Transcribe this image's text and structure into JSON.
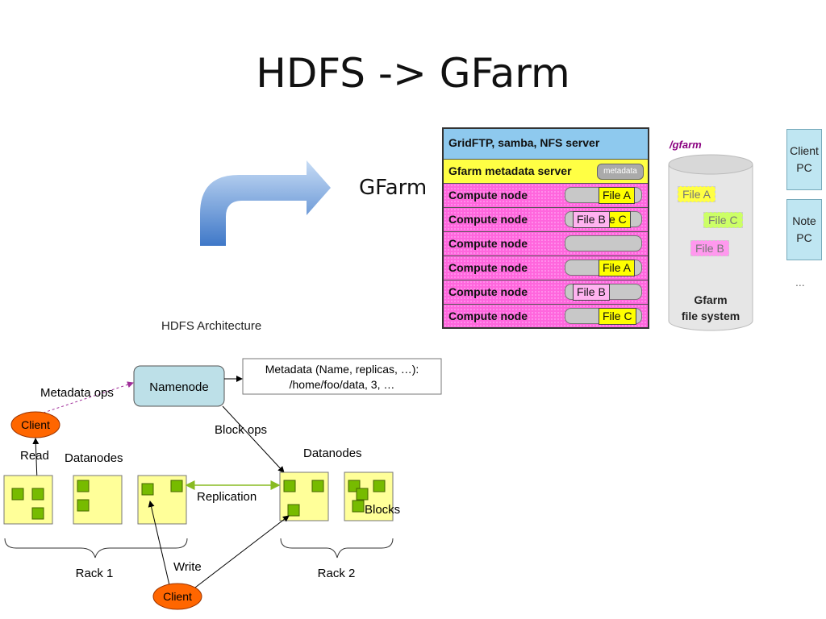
{
  "slide": {
    "title": "HDFS -> GFarm",
    "gfarm_label": "GFarm"
  },
  "gfarm_diagram": {
    "top_row": "GridFTP, samba, NFS server",
    "metadata_row": "Gfarm metadata server",
    "metadata_badge": "metadata",
    "compute_label": "Compute node",
    "compute_files": [
      [
        "File A"
      ],
      [
        "File B",
        "e C"
      ],
      [],
      [
        "File A"
      ],
      [
        "File B"
      ],
      [
        "File C"
      ]
    ],
    "fs_path": "/gfarm",
    "fs_files": [
      "File A",
      "File C",
      "File B"
    ],
    "fs_label_line1": "Gfarm",
    "fs_label_line2": "file system",
    "client_pc_line1": "Client",
    "client_pc_line2": "PC",
    "note_pc_line1": "Note",
    "note_pc_line2": "PC",
    "more": "..."
  },
  "hdfs": {
    "title": "HDFS Architecture",
    "namenode": "Namenode",
    "metadata_line1": "Metadata (Name, replicas, …):",
    "metadata_line2": "/home/foo/data, 3, …",
    "metadata_ops": "Metadata ops",
    "client": "Client",
    "read": "Read",
    "datanodes_left": "Datanodes",
    "block_ops": "Block ops",
    "datanodes_right": "Datanodes",
    "replication": "Replication",
    "blocks": "Blocks",
    "write": "Write",
    "rack1": "Rack 1",
    "rack2": "Rack 2",
    "colors": {
      "datanode_fill": "#ffff99",
      "block_fill": "#77bb00",
      "client_fill": "#ff6600",
      "namenode_fill": "#bde0e8"
    }
  }
}
